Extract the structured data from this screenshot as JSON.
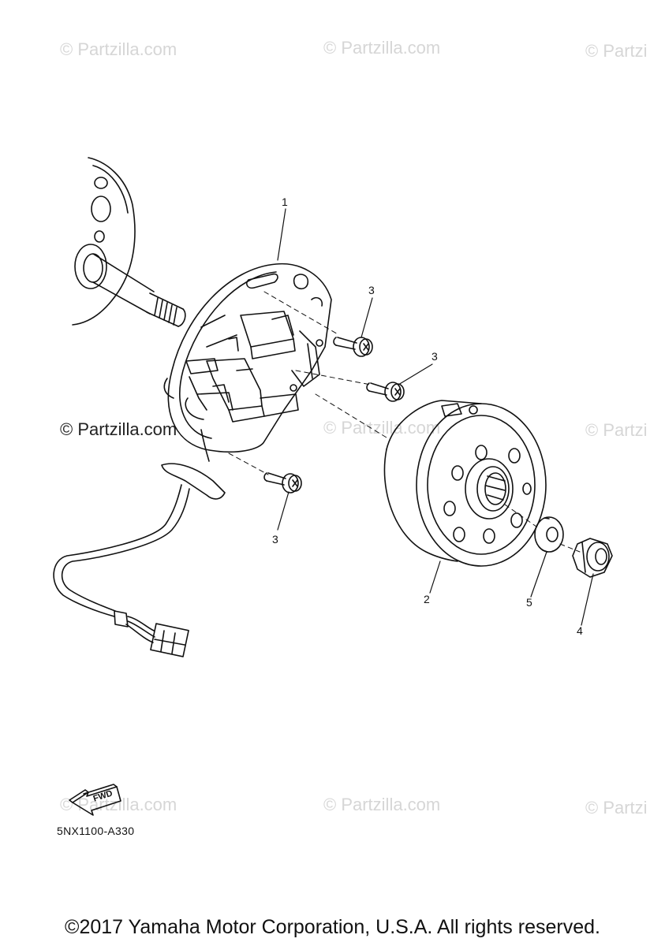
{
  "watermark": {
    "text": "© Partzilla.com",
    "clipped_text": "© Partzi",
    "prominent_text": "© Partzilla.com"
  },
  "callouts": {
    "part1": "1",
    "part2": "2",
    "part3a": "3",
    "part3b": "3",
    "part3c": "3",
    "part4": "4",
    "part5": "5"
  },
  "fwd_label": "FWD",
  "diagram_code": "5NX1100-A330",
  "copyright": "©2017 Yamaha Motor Corporation, U.S.A. All rights reserved."
}
